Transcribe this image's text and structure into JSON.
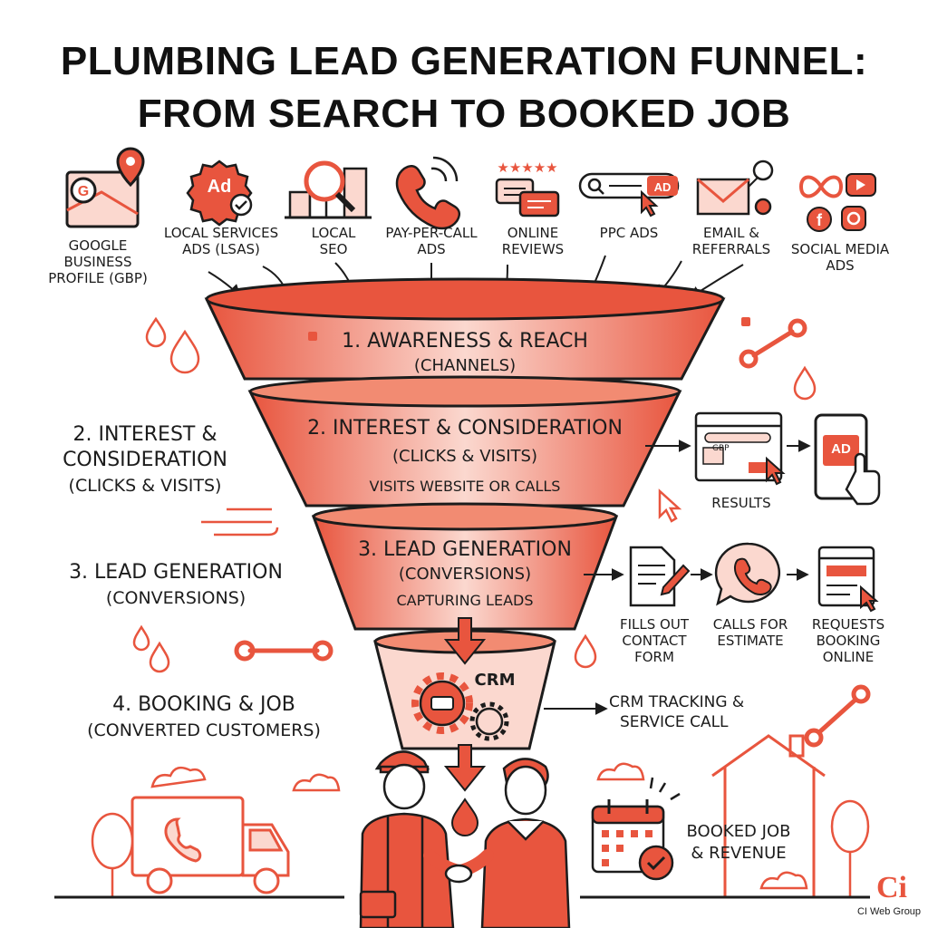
{
  "title": {
    "line1": "PLUMBING LEAD GENERATION FUNNEL:",
    "line2": "FROM SEARCH TO BOOKED JOB"
  },
  "channels": [
    {
      "icon": "google-map-pin-icon",
      "label": "GOOGLE BUSINESS PROFILE (GBP)"
    },
    {
      "icon": "ad-badge-icon",
      "icon_text": "Ad",
      "label": "LOCAL SERVICES ADS (LSAs)"
    },
    {
      "icon": "city-search-icon",
      "label": "LOCAL SEO"
    },
    {
      "icon": "phone-ringing-icon",
      "label": "PAY-PER-CALL ADS"
    },
    {
      "icon": "review-stars-icon",
      "label": "ONLINE REVIEWS"
    },
    {
      "icon": "search-ad-icon",
      "icon_text": "AD",
      "label": "PPC ADS"
    },
    {
      "icon": "email-share-icon",
      "label": "EMAIL & REFERRALS"
    },
    {
      "icon": "social-media-icon",
      "label": "SOCIAL MEDIA ADS"
    }
  ],
  "stages": {
    "s1": {
      "title": "1. AWARENESS & REACH",
      "sub": "(CHANNELS)"
    },
    "s2": {
      "title": "2. INTEREST & CONSIDERATION",
      "sub": "(CLICKS & VISITS)",
      "note": "VISITS WEBSITE OR CALLS"
    },
    "s3": {
      "title": "3. LEAD GENERATION",
      "sub": "(CONVERSIONS)",
      "note": "CAPTURING LEADS"
    },
    "s4": {
      "crm": "CRM"
    }
  },
  "side_labels": {
    "s2": {
      "line1": "2. INTEREST &",
      "line2": "CONSIDERATION",
      "line3": "(CLICKS & VISITS)"
    },
    "s3": {
      "line1": "3. LEAD GENERATION",
      "line2": "(CONVERSIONS)"
    },
    "s4": {
      "line1": "4. BOOKING & JOB",
      "line2": "(CONVERTED CUSTOMERS)"
    }
  },
  "results": {
    "label": "RESULTS",
    "gbp_text": "GBP",
    "ad_text": "AD"
  },
  "conversions": [
    {
      "icon": "contact-form-icon",
      "label_line1": "FILLS OUT",
      "label_line2": "CONTACT",
      "label_line3": "FORM"
    },
    {
      "icon": "phone-call-bubble-icon",
      "label_line1": "CALLS FOR",
      "label_line2": "ESTIMATE",
      "label_line3": ""
    },
    {
      "icon": "online-booking-icon",
      "label_line1": "REQUESTS",
      "label_line2": "BOOKING",
      "label_line3": "ONLINE"
    }
  ],
  "crm_tracking": {
    "line1": "CRM TRACKING &",
    "line2": "SERVICE CALL"
  },
  "booked": {
    "line1": "BOOKED JOB",
    "line2": "& REVENUE"
  },
  "brand": {
    "logo_text": "Ci",
    "name": "CI Web Group"
  },
  "colors": {
    "accent": "#e8553e",
    "dark": "#1c1c1c",
    "light_fill": "#f7c4b8"
  }
}
